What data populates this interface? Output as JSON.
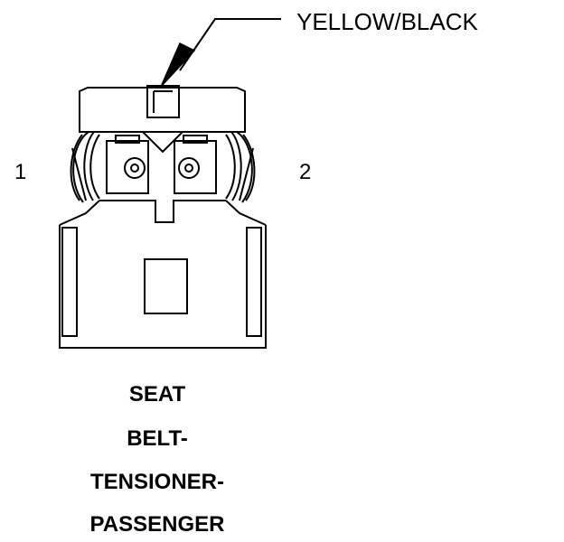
{
  "callout": {
    "wire_color": "YELLOW/BLACK"
  },
  "pins": {
    "left": "1",
    "right": "2"
  },
  "caption": {
    "line1": "SEAT",
    "line2": "BELT-",
    "line3": "TENSIONER-",
    "line4": "PASSENGER"
  }
}
